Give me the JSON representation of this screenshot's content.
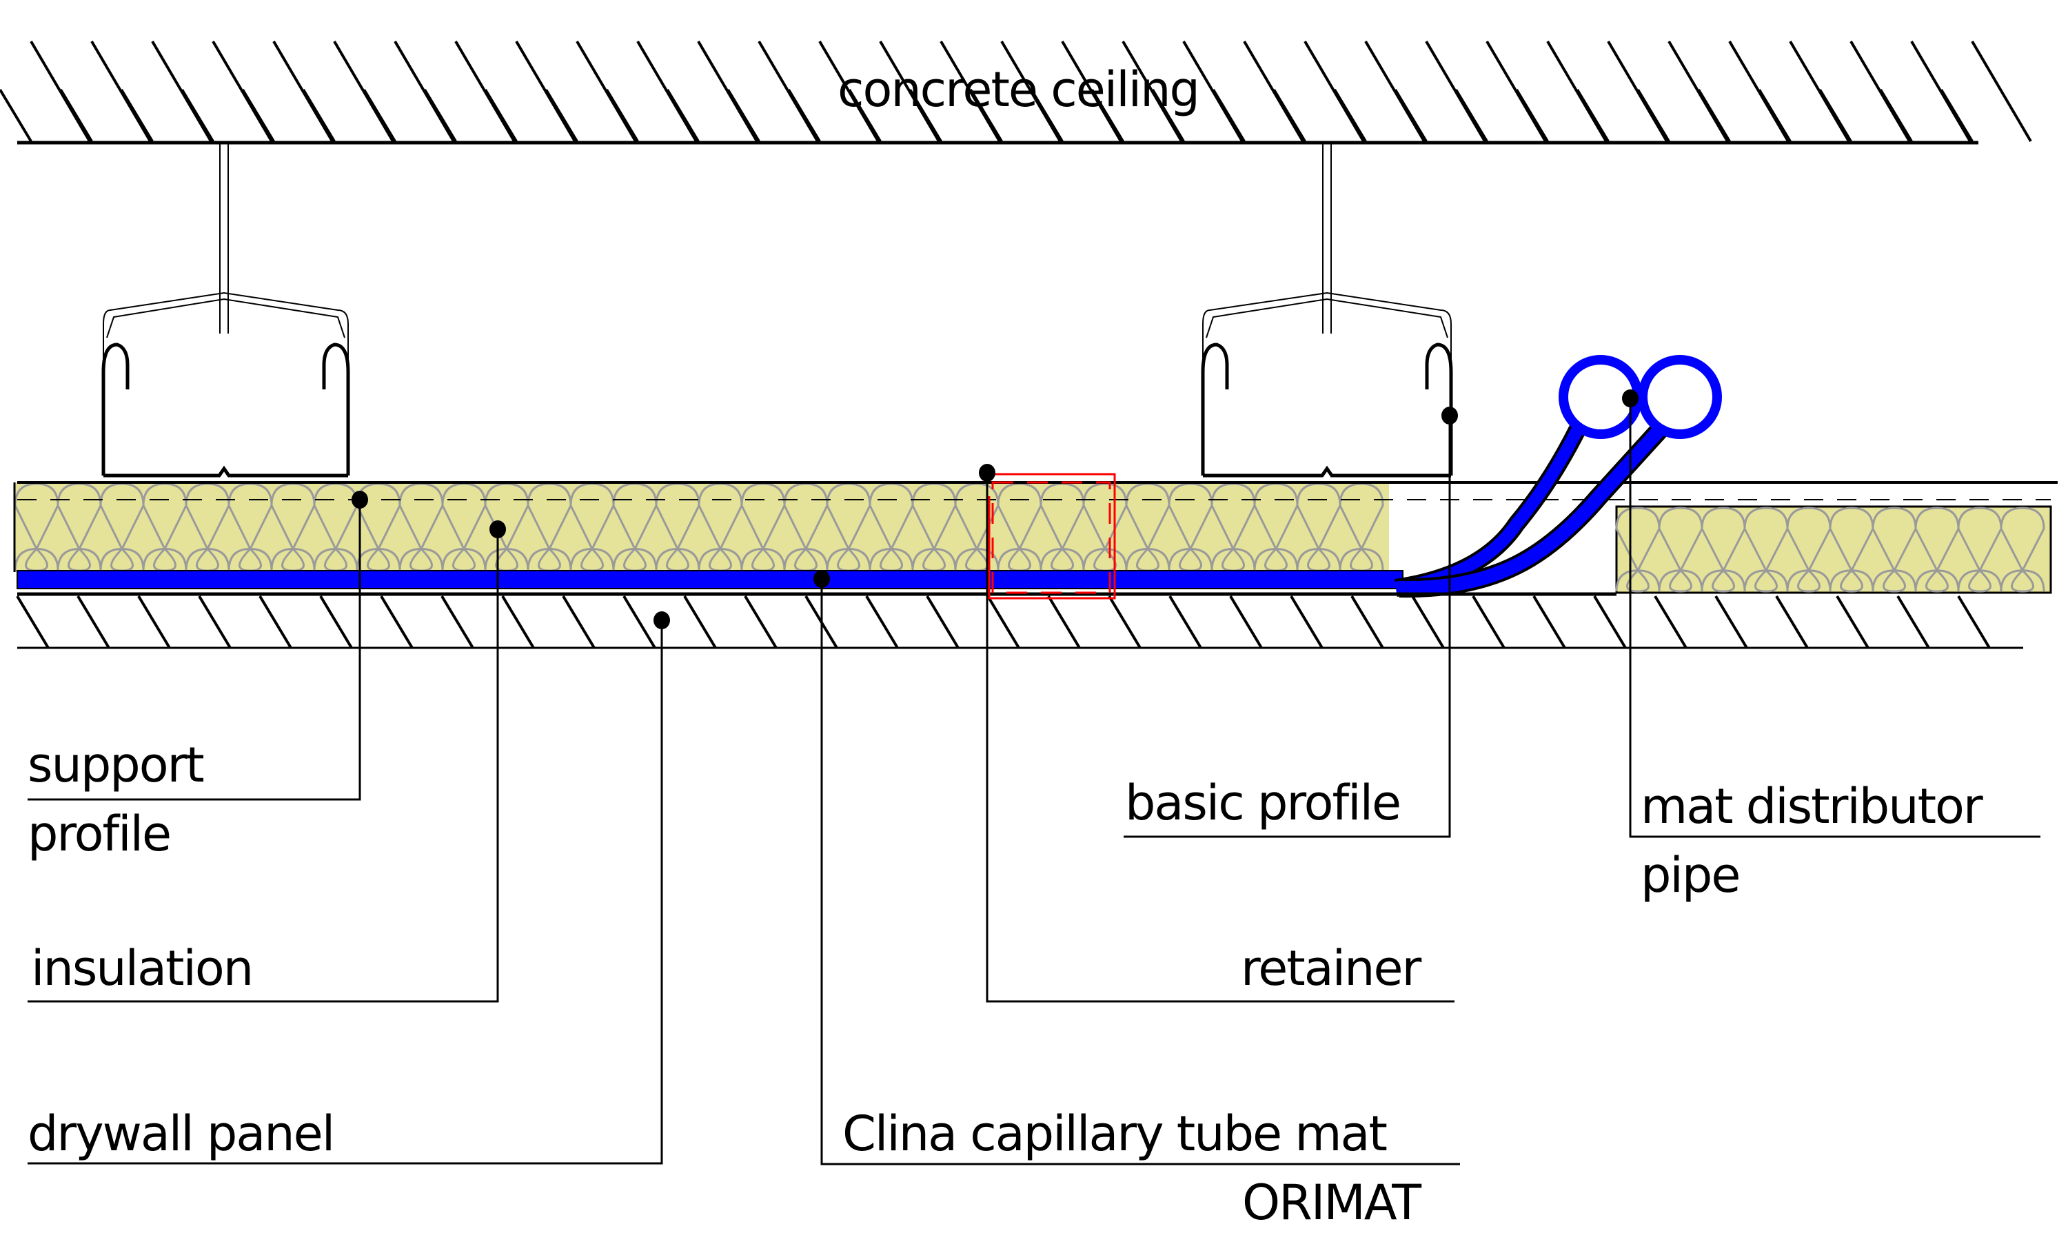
{
  "title": "Capillary tube mat ceiling detail",
  "colors": {
    "mat": "#0000ff",
    "insulation_fill": "#e5e39a",
    "insulation_pattern": "#9a9a9a",
    "retainer_highlight": "#ff0000",
    "line": "#000000"
  },
  "labels": {
    "concrete_ceiling": "concrete ceiling",
    "support_profile_line1": "support",
    "support_profile_line2": "profile",
    "insulation": "insulation",
    "drywall_panel": "drywall panel",
    "basic_profile": "basic profile",
    "mat_distributor_line1": "mat distributor",
    "mat_distributor_line2": "pipe",
    "retainer": "retainer",
    "capillary_mat_line1": "Clina capillary tube mat",
    "capillary_mat_line2": "ORIMAT"
  }
}
